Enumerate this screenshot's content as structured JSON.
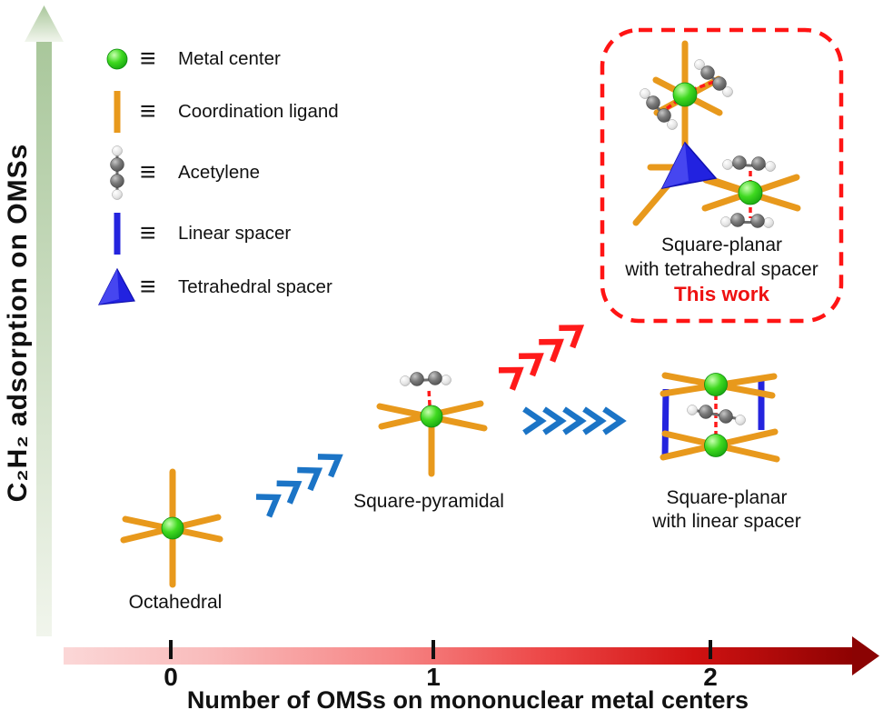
{
  "figure": {
    "y_axis_label": "C₂H₂ adsorption on OMSs",
    "x_axis_title": "Number of OMSs on mononuclear metal centers",
    "x_ticks": [
      "0",
      "1",
      "2"
    ]
  },
  "legend": {
    "equiv_symbol": "≡",
    "items": [
      {
        "icon": "metal-center-icon",
        "label": "Metal center"
      },
      {
        "icon": "coordination-ligand-icon",
        "label": "Coordination ligand"
      },
      {
        "icon": "acetylene-icon",
        "label": "Acetylene"
      },
      {
        "icon": "linear-spacer-icon",
        "label": "Linear spacer"
      },
      {
        "icon": "tetrahedral-spacer-icon",
        "label": "Tetrahedral spacer"
      }
    ]
  },
  "structures": {
    "octahedral": {
      "label": "Octahedral"
    },
    "square_pyramidal": {
      "label": "Square-pyramidal"
    },
    "square_planar_linear": {
      "label_line1": "Square-planar",
      "label_line2": "with linear spacer"
    },
    "square_planar_tetrahedral": {
      "label_line1": "Square-planar",
      "label_line2": "with tetrahedral spacer",
      "badge": "This work"
    }
  },
  "colors": {
    "metal_green": "#2ecc11",
    "ligand_orange": "#e8991c",
    "spacer_blue": "#2424de",
    "bond_red_dashed": "#ff1a1a",
    "chevron_blue": "#1b74c6",
    "chevron_red": "#ff1a1a",
    "box_dashed_red": "#ff1414",
    "y_arrow_light": "#eff4ea",
    "y_arrow_dark": "#a9c79b",
    "x_bar_light": "#fbd5d5",
    "x_bar_dark": "#8e0202",
    "this_work_red": "#ee1111"
  }
}
